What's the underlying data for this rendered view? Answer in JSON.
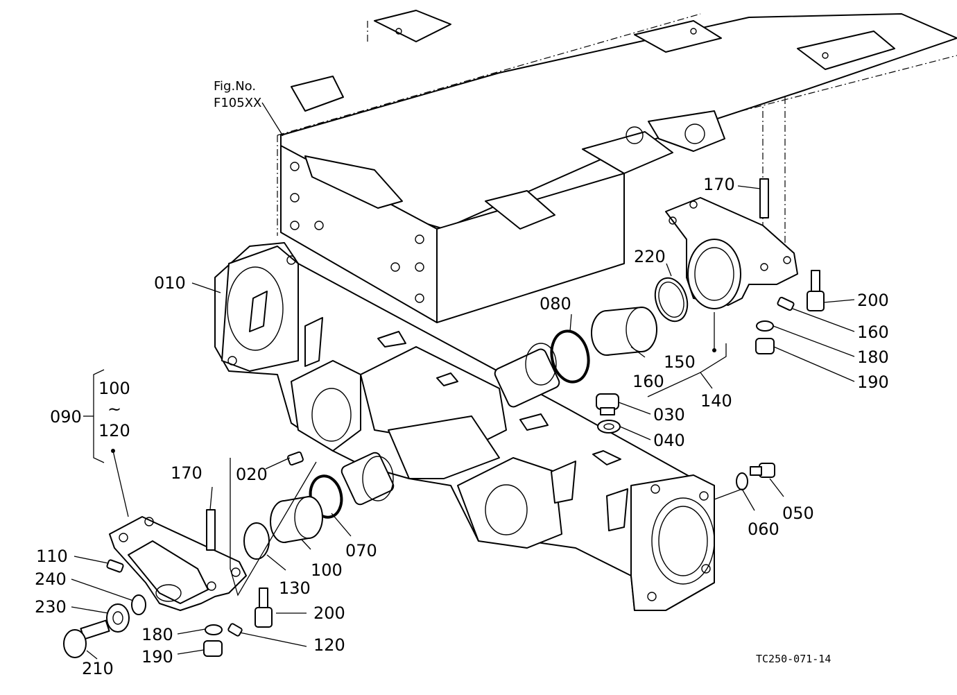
{
  "figure_ref": {
    "line1": "Fig.No.",
    "line2": "F105XX"
  },
  "drawing_code": "TC250-071-14",
  "group": {
    "label": "090",
    "range_start": "100",
    "range_sep": "~",
    "range_end": "120"
  },
  "part_labels": {
    "p010": "010",
    "p020": "020",
    "p030": "030",
    "p040": "040",
    "p050": "050",
    "p060": "060",
    "p070": "070",
    "p080": "080",
    "p100": "100",
    "p110": "110",
    "p120": "120",
    "p130": "130",
    "p140": "140",
    "p150": "150",
    "p160a": "160",
    "p160b": "160",
    "p170a": "170",
    "p170b": "170",
    "p180a": "180",
    "p180b": "180",
    "p190a": "190",
    "p190b": "190",
    "p200a": "200",
    "p200b": "200",
    "p210": "210",
    "p220": "220",
    "p230": "230",
    "p240": "240"
  }
}
